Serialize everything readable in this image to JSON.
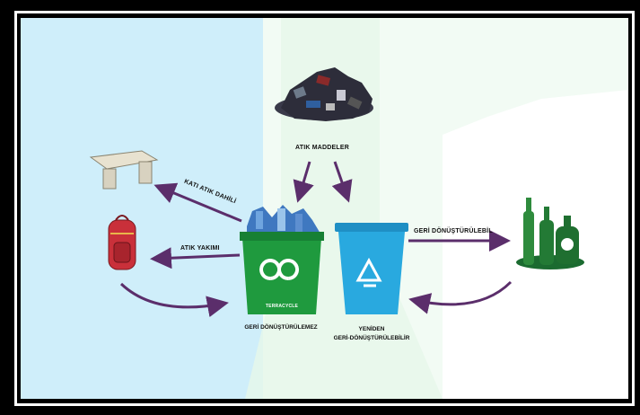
{
  "diagram": {
    "waste_label": "ATIK MADDELER",
    "upcycle_arrow_top": "KATI ATIK DAHİLİ",
    "upcycle_arrow_bottom": "ATIK YAKIMI",
    "recycle_arrow": "GERİ DÖNÜŞTÜRÜLEBİL",
    "green_bin_caption": "GERİ DÖNÜŞTÜRÜLEMEZ",
    "green_bin_logo": "TERRACYCLE",
    "blue_bin_caption_line1": "YENİDEN",
    "blue_bin_caption_line2": "GERİ-DÖNÜŞTÜRÜLEBİLİR",
    "colors": {
      "arrow": "#5b2e6b",
      "green_bin": "#1f9a3e",
      "blue_bin": "#29a9df",
      "left_bg": "#cdeefa",
      "right_bg": "#ffffff"
    }
  }
}
